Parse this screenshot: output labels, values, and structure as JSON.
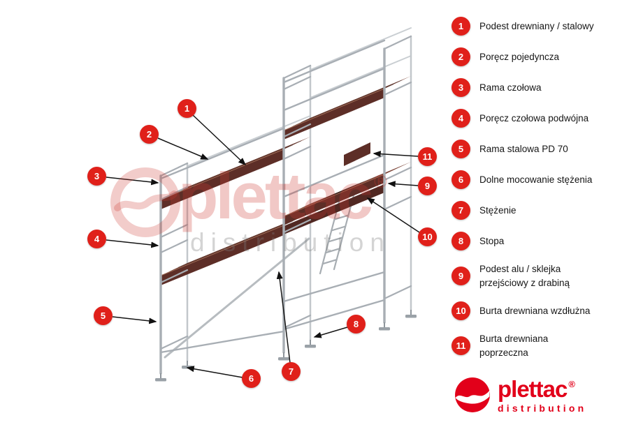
{
  "legend": {
    "items": [
      {
        "number": "1",
        "label": "Podest drewniany / stalowy"
      },
      {
        "number": "2",
        "label": "Poręcz pojedyncza"
      },
      {
        "number": "3",
        "label": "Rama czołowa"
      },
      {
        "number": "4",
        "label": "Poręcz czołowa podwójna"
      },
      {
        "number": "5",
        "label": "Rama stalowa PD 70"
      },
      {
        "number": "6",
        "label": "Dolne mocowanie stężenia"
      },
      {
        "number": "7",
        "label": "Stężenie"
      },
      {
        "number": "8",
        "label": "Stopa"
      },
      {
        "number": "9",
        "label": "Podest alu / sklejka\nprzejściowy z drabiną"
      },
      {
        "number": "10",
        "label": "Burta drewniana wzdłużna"
      },
      {
        "number": "11",
        "label": "Burta drewniana\npoprzeczna"
      }
    ]
  },
  "callouts": [
    {
      "number": "1"
    },
    {
      "number": "2"
    },
    {
      "number": "3"
    },
    {
      "number": "4"
    },
    {
      "number": "5"
    },
    {
      "number": "6"
    },
    {
      "number": "7"
    },
    {
      "number": "8"
    },
    {
      "number": "9"
    },
    {
      "number": "10"
    },
    {
      "number": "11"
    }
  ],
  "watermark": {
    "brand": "plettac",
    "registered": "®",
    "sub": "distribution"
  },
  "logo": {
    "brand": "plettac",
    "registered": "®",
    "sub": "distribution"
  },
  "colors": {
    "badge_red": "#e0201a",
    "logo_red": "#e2001a",
    "plank_front": "#5d2e27",
    "plank_top": "#7c4539",
    "frame_gray": "#a8aeb4"
  }
}
